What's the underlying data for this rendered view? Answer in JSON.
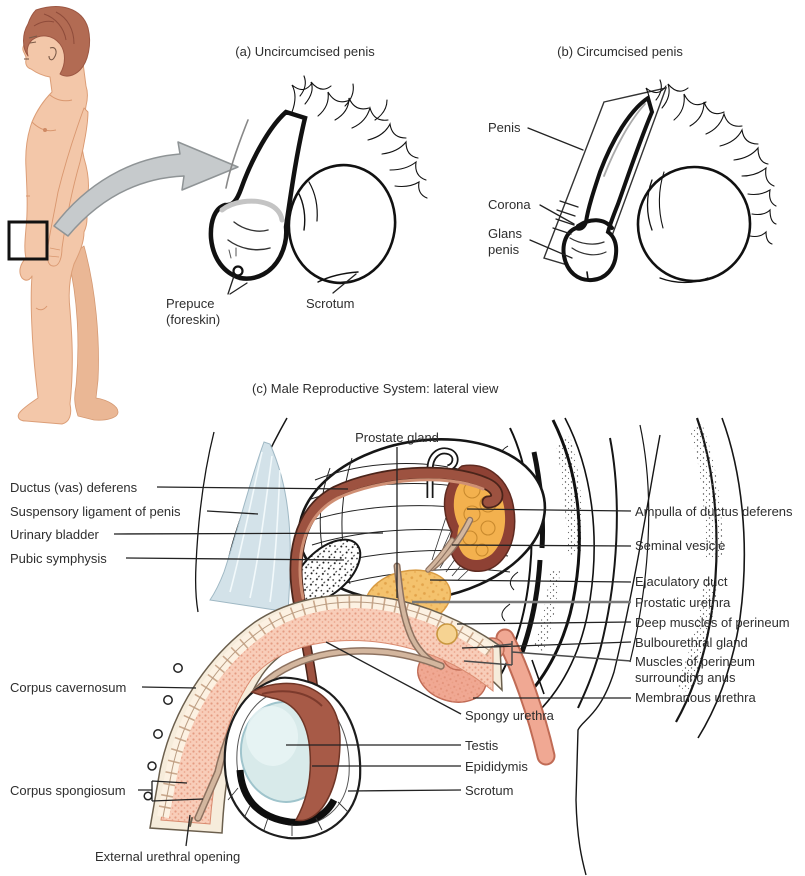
{
  "panels": {
    "a": {
      "title": "(a) Uncircumcised penis",
      "labels": {
        "prepuce": "Prepuce\n(foreskin)",
        "scrotum": "Scrotum"
      }
    },
    "b": {
      "title": "(b) Circumcised penis",
      "labels": {
        "penis": "Penis",
        "corona": "Corona",
        "glans_penis": "Glans\npenis"
      }
    },
    "c": {
      "title": "(c) Male Reproductive System: lateral view",
      "labels": {
        "prostate_gland": "Prostate gland",
        "ductus_deferens": "Ductus (vas) deferens",
        "suspensory_ligament": "Suspensory ligament of penis",
        "urinary_bladder": "Urinary bladder",
        "pubic_symphysis": "Pubic symphysis",
        "corpus_cavernosum": "Corpus cavernosum",
        "corpus_spongiosum": "Corpus spongiosum",
        "external_urethral_opening": "External urethral opening",
        "ampulla": "Ampulla of ductus deferens",
        "seminal_vesicle": "Seminal vesicle",
        "ejaculatory_duct": "Ejaculatory duct",
        "prostatic_urethra": "Prostatic urethra",
        "deep_muscles_perineum": "Deep muscles of perineum",
        "bulbourethral_gland": "Bulbourethral gland",
        "muscles_perineum_anus": "Muscles of perineum\nsurrounding anus",
        "membranous_urethra": "Membranous urethra",
        "spongy_urethra": "Spongy urethra",
        "testis": "Testis",
        "epididymis": "Epididymis",
        "scrotum": "Scrotum"
      }
    }
  },
  "colors": {
    "label_text": "#2e2e2e",
    "line_dark": "#161616",
    "skin": "#f3c7a9",
    "skin_shade": "#eab795",
    "hair": "#b26b53",
    "arrow_gray": "#c6cacc",
    "ligament_blue": "#d3e2e9",
    "ductus_maroon": "#9d5240",
    "ductus_highlight": "#cf8f74",
    "seminal_orange": "#f3b14e",
    "vesicle_rim": "#8e4134",
    "prostate_orange": "#f4c26d",
    "muscle_pink": "#f0a893",
    "muscle_deep": "#dd8066",
    "shaft_pink": "#f8cdb9",
    "shaft_cream": "#f6ecdb",
    "urethra_tan": "#d3b69e",
    "urethra_edge": "#8d7260",
    "bulbourethral_yellow": "#f6d392",
    "testis_blue": "#d8eaea",
    "epididymis_maroon": "#a75a47"
  }
}
